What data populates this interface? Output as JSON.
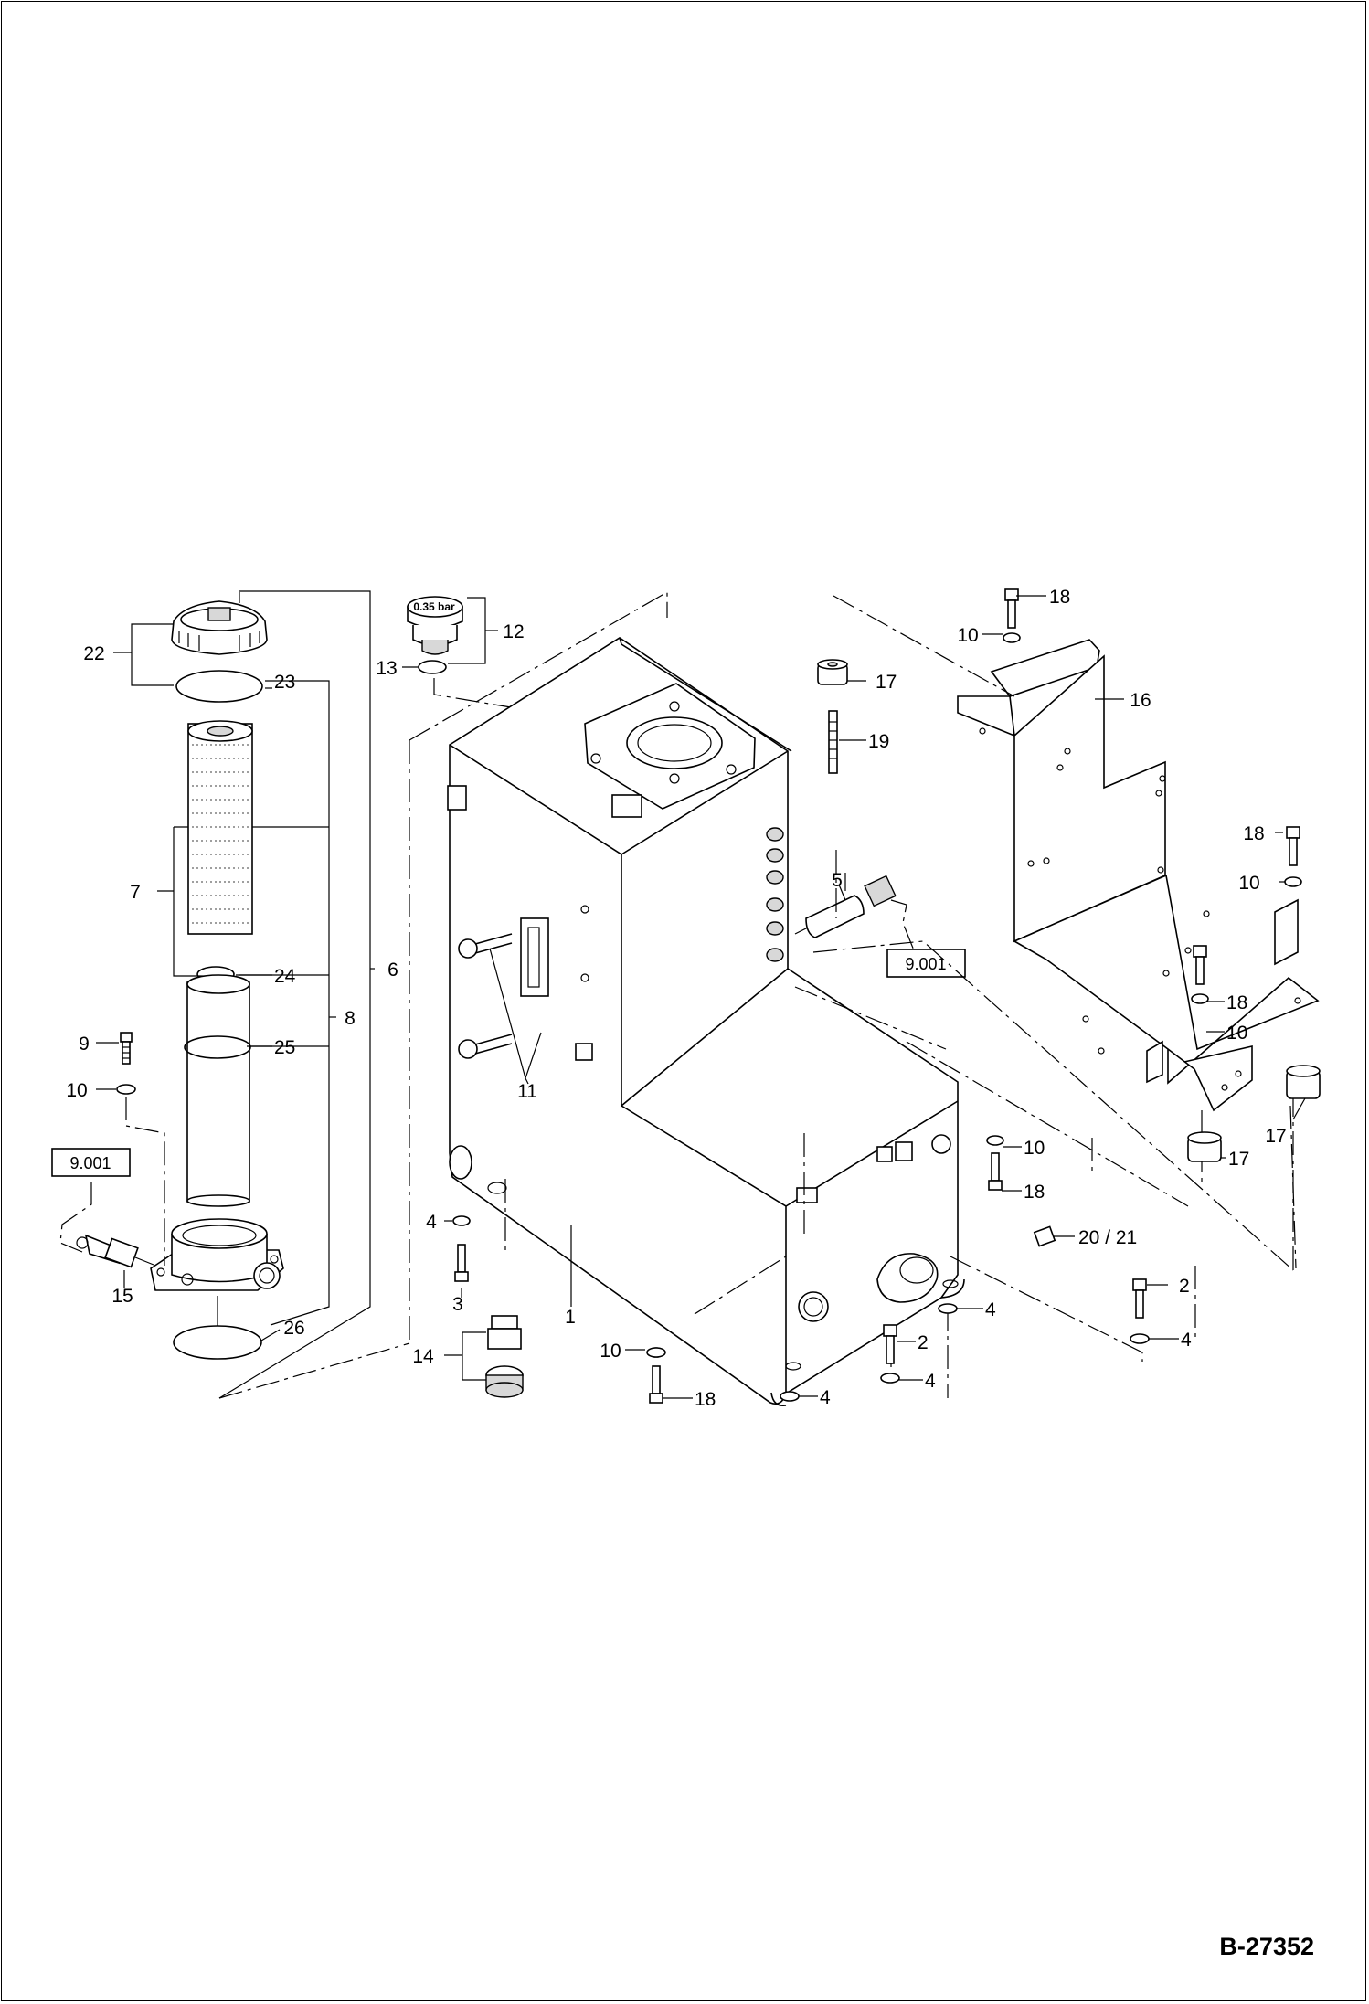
{
  "document_id": "B-27352",
  "filter_cap_pressure": "0.35 bar",
  "cross_reference": "9.001",
  "callouts": {
    "c1": "1",
    "c2": "2",
    "c3": "3",
    "c4": "4",
    "c5": "5",
    "c6": "6",
    "c7": "7",
    "c8": "8",
    "c9": "9",
    "c10": "10",
    "c11": "11",
    "c12": "12",
    "c13": "13",
    "c14": "14",
    "c15": "15",
    "c16": "16",
    "c17": "17",
    "c18": "18",
    "c19": "19",
    "c2021": "20 / 21",
    "c22": "22",
    "c23": "23",
    "c24": "24",
    "c25": "25",
    "c26": "26"
  }
}
